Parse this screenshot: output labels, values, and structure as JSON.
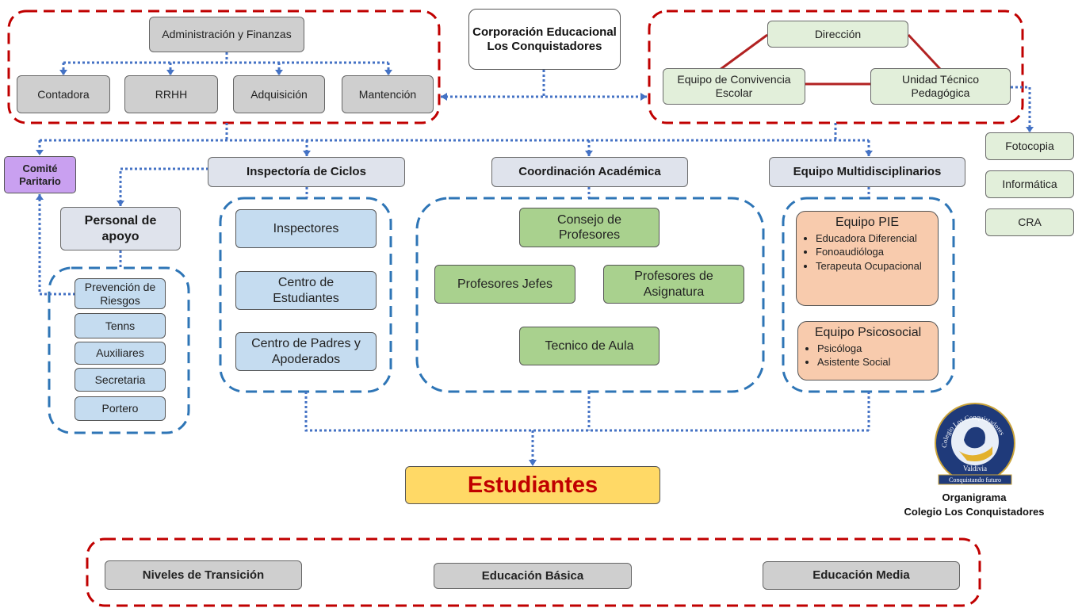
{
  "corporacion": "Corporación Educacional Los Conquistadores",
  "admin": {
    "head": "Administración y Finanzas",
    "items": [
      "Contadora",
      "RRHH",
      "Adquisición",
      "Mantención"
    ]
  },
  "direccion": {
    "direccion": "Dirección",
    "convivencia": "Equipo de Convivencia Escolar",
    "utp": "Unidad Técnico Pedagógica"
  },
  "side_services": [
    "Fotocopia",
    "Informática",
    "CRA"
  ],
  "comite": "Comité Paritario",
  "personal_apoyo": {
    "head": "Personal de apoyo",
    "items": [
      "Prevención de Riesgos",
      "Tenns",
      "Auxiliares",
      "Secretaria",
      "Portero"
    ]
  },
  "inspectoria": {
    "head": "Inspectoría de Ciclos",
    "items": [
      "Inspectores",
      "Centro de Estudiantes",
      "Centro de Padres y Apoderados"
    ]
  },
  "coordinacion": {
    "head": "Coordinación Académica",
    "consejo": "Consejo de Profesores",
    "jefes": "Profesores Jefes",
    "asignatura": "Profesores de Asignatura",
    "tecnico": "Tecnico de Aula"
  },
  "multidisciplinario": {
    "head": "Equipo Multidisciplinarios",
    "pie": {
      "title": "Equipo PIE",
      "items": [
        "Educadora Diferencial",
        "Fonoaudióloga",
        "Terapeuta Ocupacional"
      ]
    },
    "psicosocial": {
      "title": "Equipo Psicosocial",
      "items": [
        "Psicóloga",
        "Asistente Social"
      ]
    }
  },
  "estudiantes": "Estudiantes",
  "niveles": [
    "Niveles de Transición",
    "Educación Básica",
    "Educación Media"
  ],
  "logo": {
    "arc_text": "Colegio Los Conquistadores",
    "city": "Valdivia",
    "motto": "Conquistando futuro"
  },
  "caption": [
    "Organigrama",
    "Colegio Los Conquistadores"
  ],
  "colors": {
    "red_dash": "#c00000",
    "blue_dash": "#2e75b6",
    "dotted_connector": "#4472c4",
    "red_line": "#b22222",
    "title_red": "#c00000"
  }
}
